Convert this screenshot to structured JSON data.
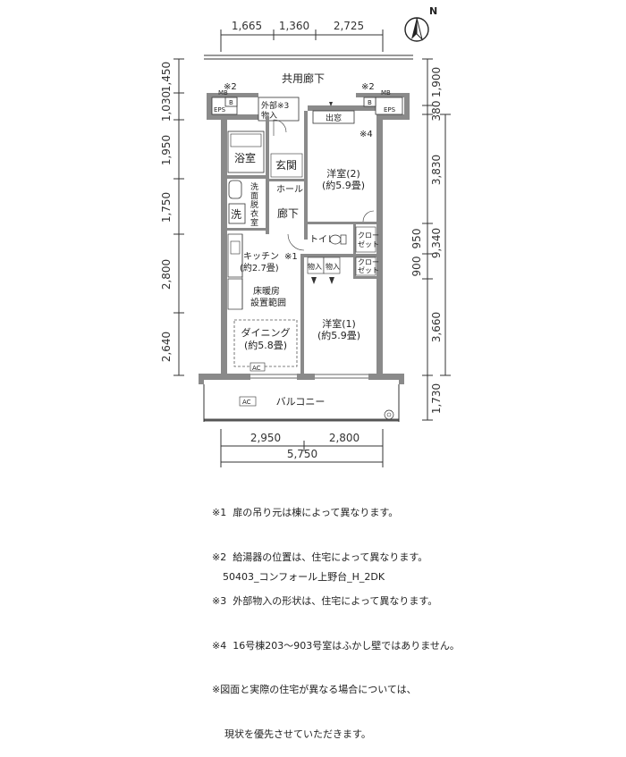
{
  "dims_top": [
    "1,665",
    "1,360",
    "2,725"
  ],
  "dims_bottom": [
    "2,950",
    "2,800",
    "5,750"
  ],
  "dims_left": [
    "1,450",
    "1,030",
    "1,950",
    "1,750",
    "2,800",
    "2,640"
  ],
  "dims_right": [
    "1,900",
    "380",
    "3,830",
    "950",
    "900",
    "9,340",
    "3,660",
    "1,730"
  ],
  "labels": {
    "corridor": "共用廊下",
    "mark2_left": "※2",
    "mark2_right": "※2",
    "mb": "MB",
    "eps": "EPS",
    "b": "B",
    "storage_outside_1": "外部※3",
    "storage_outside_2": "物入",
    "bay": "出窓",
    "mark4": "※4",
    "bath": "浴室",
    "entrance": "玄関",
    "hall": "ホール",
    "wash_1": "洗",
    "wash_2": "面",
    "wash_3": "脱",
    "wash_4": "衣",
    "wash_5": "室",
    "washer": "洗",
    "hallway": "廊下",
    "room2_name": "洋室(2)",
    "room2_size": "(約5.9畳)",
    "toilet": "トイレ",
    "closet_a_1": "クロー",
    "closet_a_2": "ゼット",
    "mark1": "※1",
    "storage_a": "物入",
    "storage_b": "物入",
    "closet_b_1": "クロー",
    "closet_b_2": "ゼット",
    "kitchen_name": "キッチン",
    "kitchen_size": "(約2.7畳)",
    "floorheat_1": "床暖房",
    "floorheat_2": "設置範囲",
    "dining_name": "ダイニング",
    "dining_size": "(約5.8畳)",
    "room1_name": "洋室(1)",
    "room1_size": "(約5.9畳)",
    "ac_indoor": "AC",
    "ac_outdoor": "AC",
    "balcony": "バルコニー",
    "north": "N"
  },
  "notes": [
    "※1  扉の吊り元は棟によって異なります。",
    "※2  給湯器の位置は、住宅によって異なります。",
    "※3  外部物入の形状は、住宅によって異なります。",
    "※4  16号棟203～903号室はふかし壁ではありません。",
    "※図面と実際の住宅が異なる場合については、",
    "    現状を優先させていただきます。"
  ],
  "caption": "50403_コンフォール上野台_H_2DK"
}
